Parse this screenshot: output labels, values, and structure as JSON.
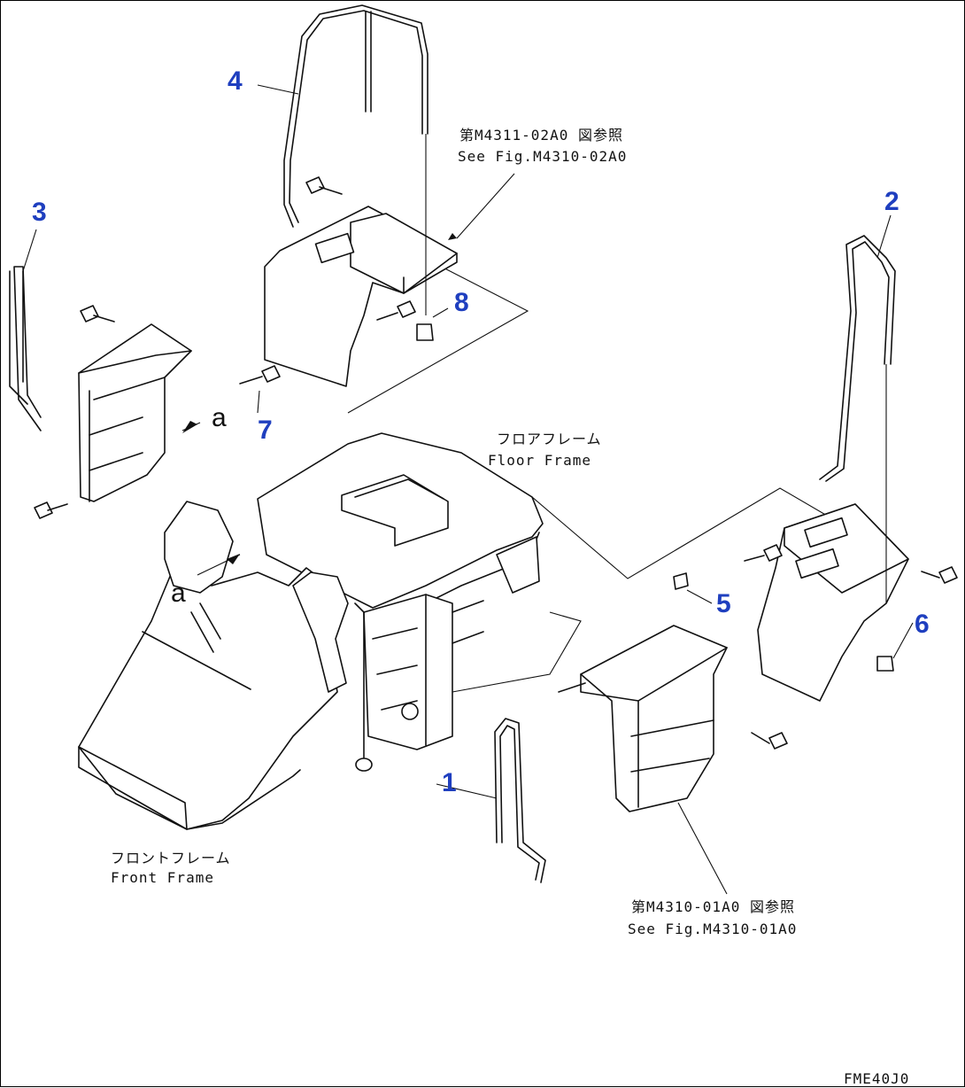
{
  "diagram": {
    "part_numbers": [
      "1",
      "2",
      "3",
      "4",
      "5",
      "6",
      "7",
      "8"
    ],
    "reference_letters": [
      "a",
      "a"
    ],
    "notes": {
      "rear_ref_jp": "第M4311-02A0 図参照",
      "rear_ref_en": "See Fig.M4310-02A0",
      "floor_frame_jp": "フロアフレーム",
      "floor_frame_en": "Floor Frame",
      "front_frame_jp": "フロントフレーム",
      "front_frame_en": "Front Frame",
      "front_ref_jp": "第M4310-01A0 図参照",
      "front_ref_en": "See Fig.M4310-01A0"
    },
    "drawing_code": "FME40J0"
  }
}
